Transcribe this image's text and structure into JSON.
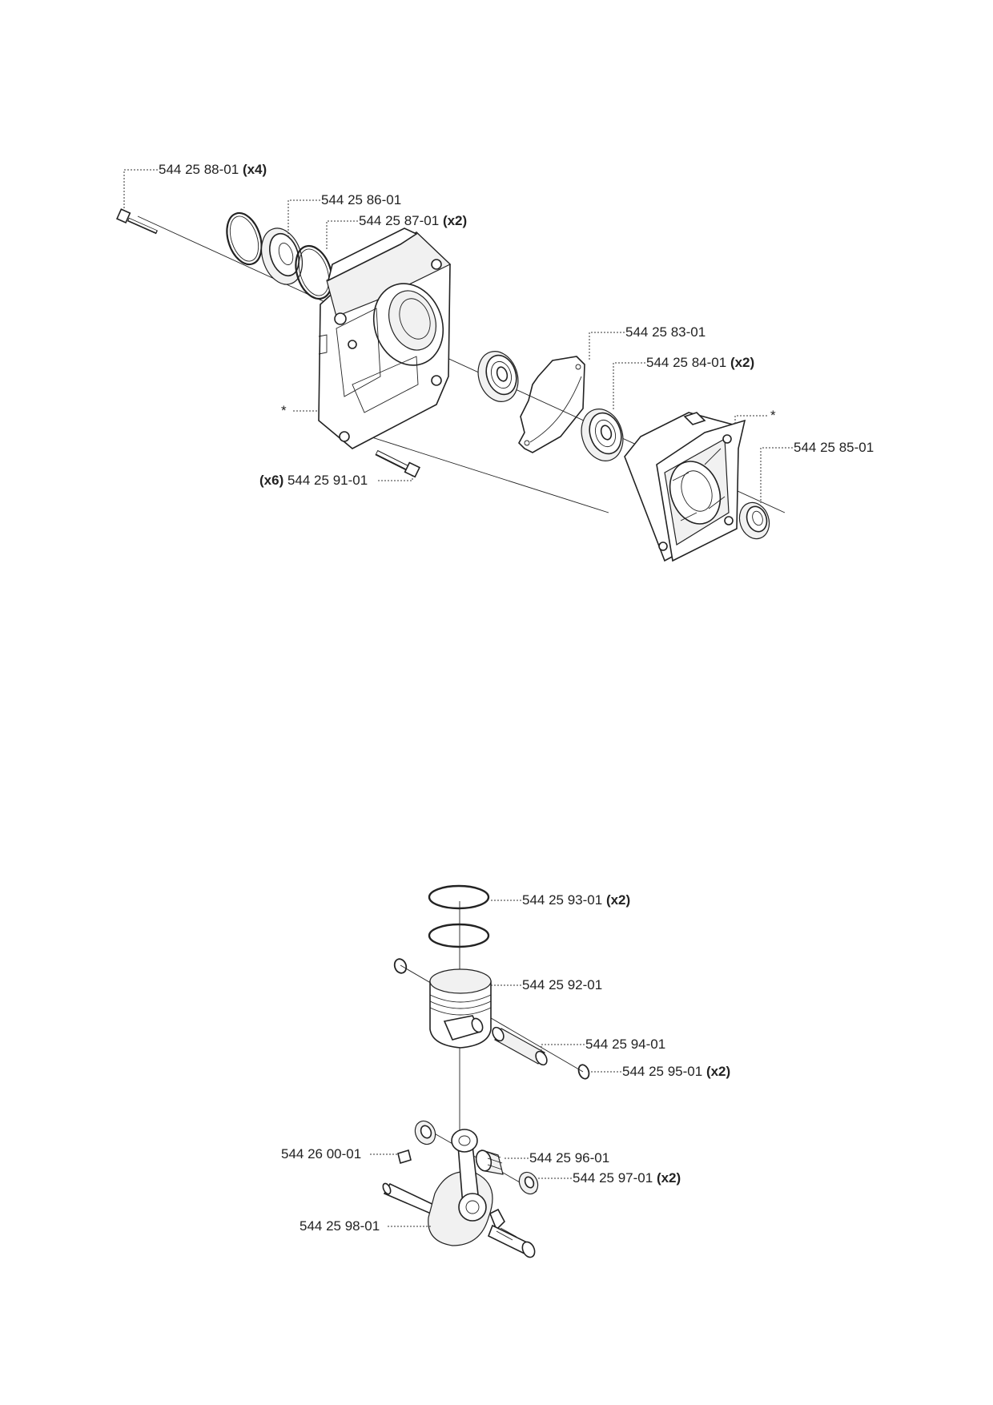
{
  "diagram": {
    "parts": [
      {
        "id": "p1",
        "number": "544 25 88-01",
        "qty": "(x4)"
      },
      {
        "id": "p2",
        "number": "544 25 86-01",
        "qty": ""
      },
      {
        "id": "p3",
        "number": "544 25 87-01",
        "qty": "(x2)"
      },
      {
        "id": "p4",
        "number": "544 25 83-01",
        "qty": ""
      },
      {
        "id": "p5",
        "number": "544 25 84-01",
        "qty": "(x2)"
      },
      {
        "id": "p6",
        "number": "544 25 85-01",
        "qty": ""
      },
      {
        "id": "p7",
        "number": "544 25 91-01",
        "qty": "(x6)"
      },
      {
        "id": "p8",
        "number": "544 25 93-01",
        "qty": "(x2)"
      },
      {
        "id": "p9",
        "number": "544 25 92-01",
        "qty": ""
      },
      {
        "id": "p10",
        "number": "544 25 94-01",
        "qty": ""
      },
      {
        "id": "p11",
        "number": "544 25 95-01",
        "qty": "(x2)"
      },
      {
        "id": "p12",
        "number": "544 26 00-01",
        "qty": ""
      },
      {
        "id": "p13",
        "number": "544 25 96-01",
        "qty": ""
      },
      {
        "id": "p14",
        "number": "544 25 97-01",
        "qty": "(x2)"
      },
      {
        "id": "p15",
        "number": "544 25 98-01",
        "qty": ""
      }
    ],
    "asterisk_left": "*",
    "asterisk_right": "*"
  }
}
